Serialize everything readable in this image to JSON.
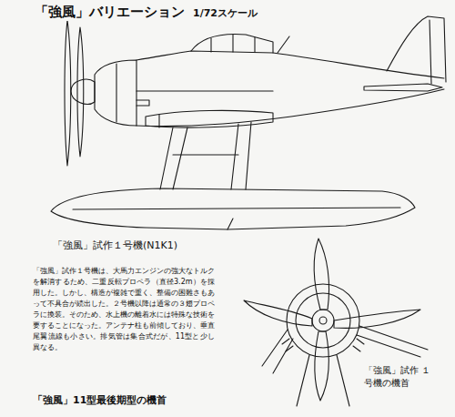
{
  "diagram": {
    "title": "「強風」バリエーション",
    "labels": [
      "1/72スケール",
      "「強風」試作１号機(N1K1)",
      "「強風」試作１号機は、大馬力エンジンの強大なトルクを解消するため、二重反転プロペラ（直径3.2m）を採用した。しかし、構造が複雑で重く、整備の困難さもあって不具合が続出した。２号機以降は通常の３翅プロペラに換装。そのため、水上機の離着水には特殊な技術を要することになった。アンテナ柱も前傾しており、垂直尾翼流線も小さい。排気管は集合式だが、11型と少し異なる。",
      "「強風」11型最後期型の機首",
      "「強風」試作 １号機の機首"
    ]
  }
}
